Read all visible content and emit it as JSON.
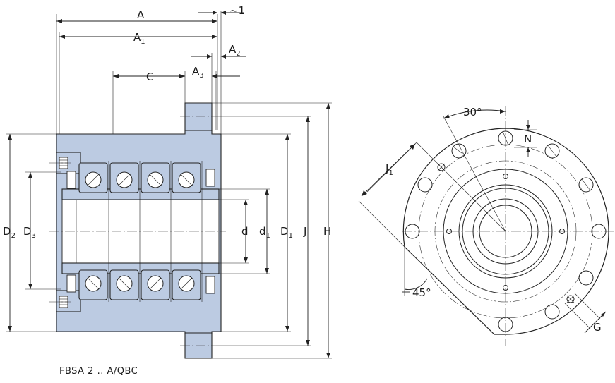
{
  "side_view": {
    "dimensions": {
      "A": "A",
      "A1": {
        "main": "A",
        "sub": "1"
      },
      "A2": {
        "main": "A",
        "sub": "2"
      },
      "A3": {
        "main": "A",
        "sub": "3"
      },
      "C": "C",
      "tilde1": "~1",
      "D2": {
        "main": "D",
        "sub": "2"
      },
      "D3": {
        "main": "D",
        "sub": "3"
      },
      "d": "d",
      "d1": {
        "main": "d",
        "sub": "1"
      },
      "D1": {
        "main": "D",
        "sub": "1"
      },
      "J": "J",
      "H": "H"
    }
  },
  "front_view": {
    "labels": {
      "angle30": "30°",
      "N": "N",
      "J1": {
        "main": "J",
        "sub": "1"
      },
      "angle45": "45°",
      "G": "G"
    }
  },
  "caption": "FBSA 2 .. A/QBC"
}
